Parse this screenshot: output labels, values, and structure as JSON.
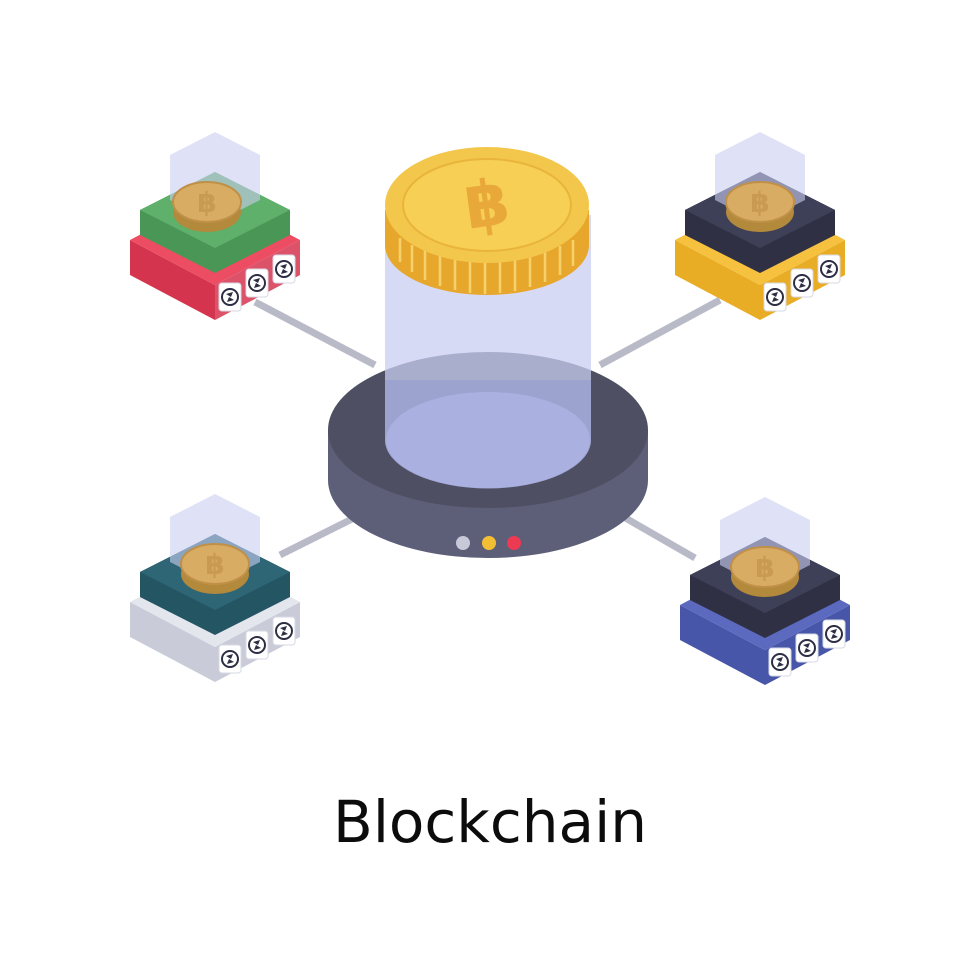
{
  "caption": "Blockchain",
  "icons": {
    "central": "bitcoin-coin-on-hub-icon",
    "node": "mining-rig-icon",
    "coin_symbol": "bitcoin-symbol"
  },
  "colors": {
    "hub_top": "#4e4f63",
    "hub_side": "#5d5f78",
    "hub_inner": "#a7b0df",
    "tube": "#c9cdf0",
    "coin_gold": "#f3c74b",
    "coin_edge": "#e7a72c",
    "connector": "#b9bac7",
    "status_lights": [
      "#c7c9d9",
      "#f2be33",
      "#ec3a52"
    ]
  },
  "nodes": [
    {
      "position": "top-left",
      "top": "#5fb06a",
      "top_side": "#4a9656",
      "base_top": "#ec4d63",
      "base_side": "#d5344f"
    },
    {
      "position": "top-right",
      "top": "#3e4057",
      "top_side": "#2f3044",
      "base_top": "#f5c13e",
      "base_side": "#e9ad25"
    },
    {
      "position": "bottom-left",
      "top": "#2f6676",
      "top_side": "#245562",
      "base_top": "#e4e6ee",
      "base_side": "#c9ccd8"
    },
    {
      "position": "bottom-right",
      "top": "#3e4057",
      "top_side": "#2f3044",
      "base_top": "#5b69bf",
      "base_side": "#4856aa"
    }
  ]
}
